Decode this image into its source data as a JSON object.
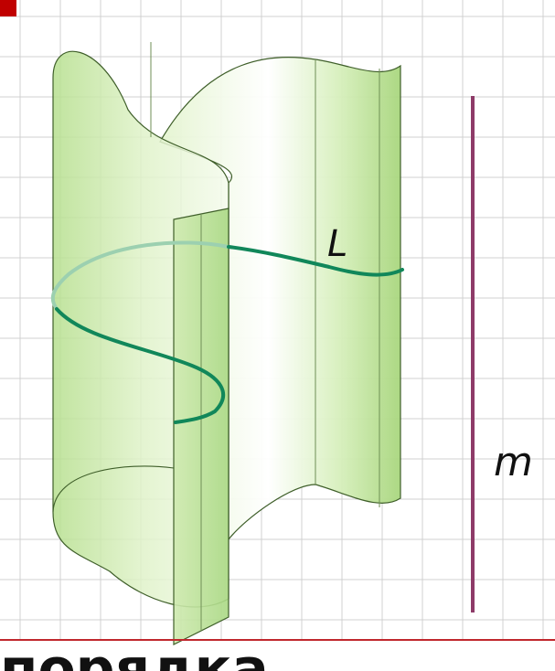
{
  "labels": {
    "curve": "L",
    "line": "m"
  },
  "caption": {
    "partial_text": "порядка"
  },
  "colors": {
    "surface_fill": "#c9e9a6",
    "surface_edge": "#3f5f2a",
    "curve": "#11875a",
    "line_m": "#8e3b68",
    "grid": "#d0d0d0",
    "baseline": "#c0272d",
    "corner_marker": "#c00000"
  }
}
